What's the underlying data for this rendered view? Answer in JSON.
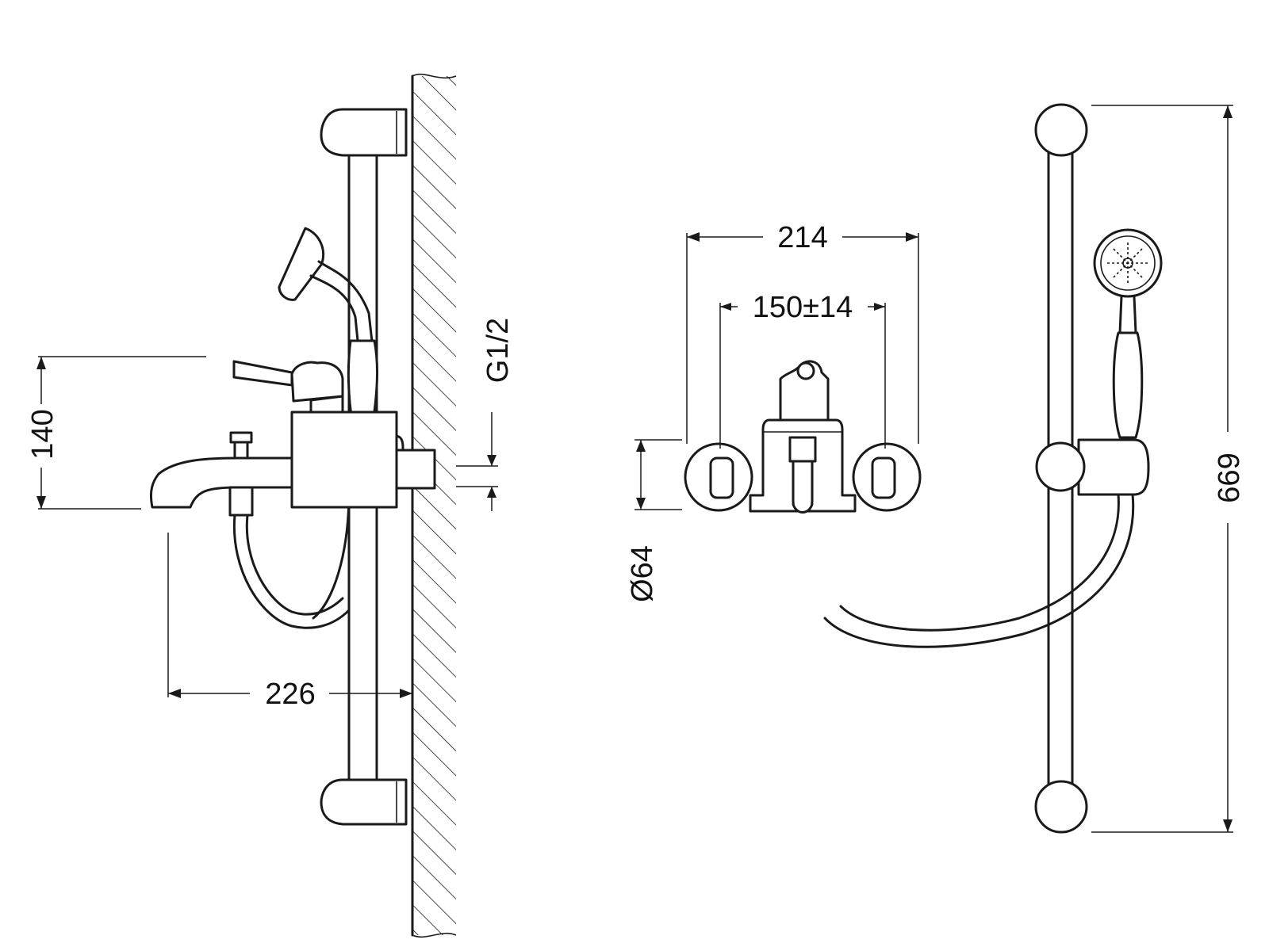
{
  "dimensions": {
    "height_140": "140",
    "length_226": "226",
    "thread_g12": "G1/2",
    "width_214": "214",
    "centers_150": "150±14",
    "flange_d64": "Ø64",
    "height_669": "669"
  }
}
